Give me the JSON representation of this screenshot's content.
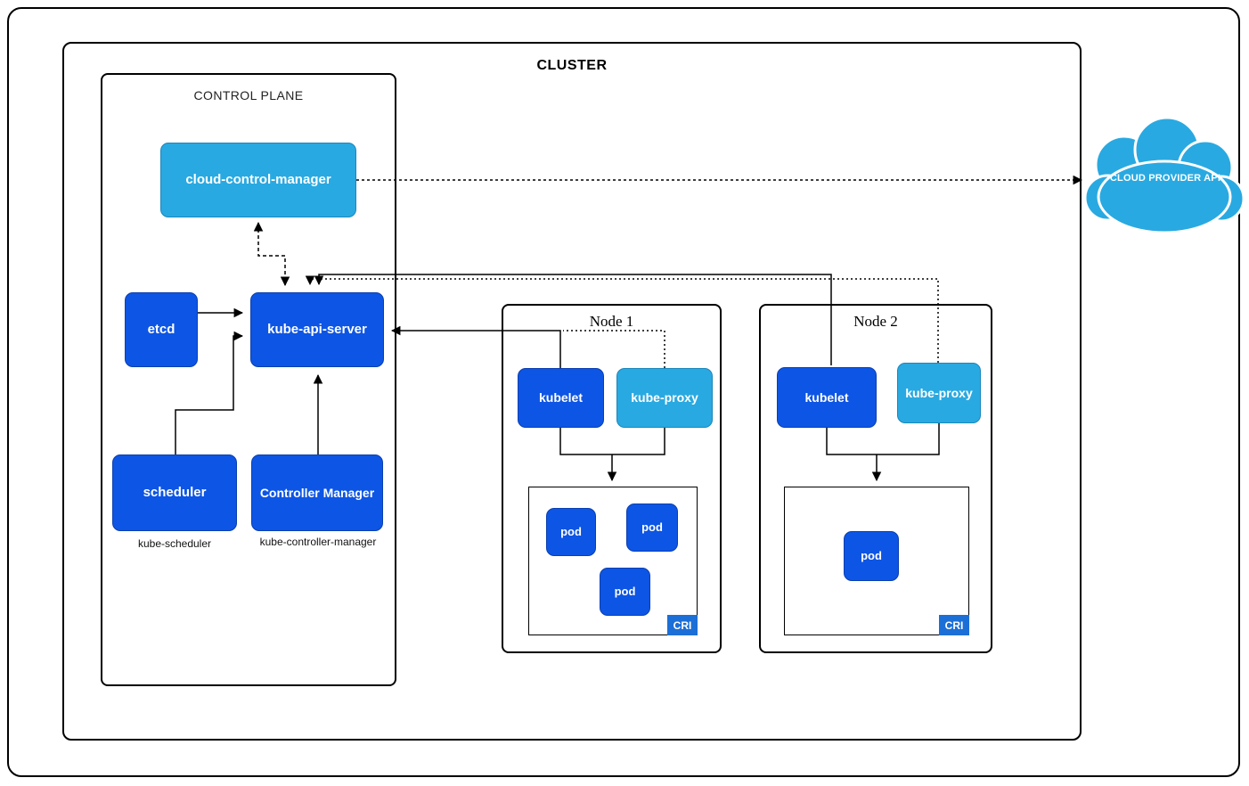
{
  "colors": {
    "dark_blue": "#0d55e4",
    "light_blue": "#29a9e1",
    "cri_blue": "#1c6fd6"
  },
  "cluster": {
    "title": "CLUSTER"
  },
  "control_plane": {
    "title": "CONTROL PLANE",
    "cloud_control_manager": "cloud-control-manager",
    "etcd": "etcd",
    "kube_api_server": "kube-api-server",
    "scheduler": "scheduler",
    "scheduler_caption": "kube-scheduler",
    "controller_manager": "Controller Manager",
    "controller_manager_caption": "kube-controller-manager"
  },
  "node1": {
    "title": "Node 1",
    "kubelet": "kubelet",
    "kube_proxy": "kube-proxy",
    "pods": [
      "pod",
      "pod",
      "pod"
    ],
    "cri": "CRI"
  },
  "node2": {
    "title": "Node 2",
    "kubelet": "kubelet",
    "kube_proxy": "kube-proxy",
    "pods": [
      "pod"
    ],
    "cri": "CRI"
  },
  "cloud_provider_api": "CLOUD PROVIDER API"
}
